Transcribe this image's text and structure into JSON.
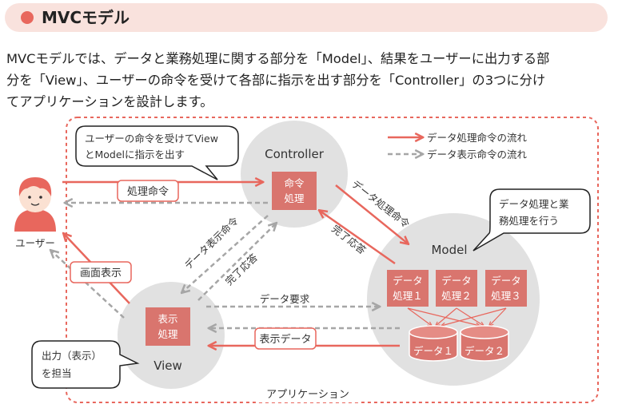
{
  "header": {
    "title": "MVCモデル"
  },
  "intro": {
    "line1": "MVCモデルでは、データと業務処理に関する部分を「Model」、結果をユーザーに出力する部",
    "line2": "分を「View」、ユーザーの命令を受けて各部に指示を出す部分を「Controller」の3つに分け",
    "line3": "てアプリケーションを設計します。"
  },
  "legend": {
    "solid_label": "データ処理命令の流れ",
    "dashed_label": "データ表示命令の流れ"
  },
  "user": {
    "label": "ユーザー"
  },
  "controller": {
    "title": "Controller",
    "box_line1": "命令",
    "box_line2": "処理"
  },
  "model": {
    "title": "Model",
    "process1_line1": "データ",
    "process1_line2": "処理１",
    "process2_line1": "データ",
    "process2_line2": "処理２",
    "process3_line1": "データ",
    "process3_line2": "処理３",
    "data1": "データ１",
    "data2": "データ２"
  },
  "view": {
    "title": "View",
    "box_line1": "表示",
    "box_line2": "処理"
  },
  "callouts": {
    "controller_line1": "ユーザーの命令を受けてView",
    "controller_line2": "とModelに指示を出す",
    "model_line1": "データ処理と業",
    "model_line2": "務処理を行う",
    "view_line1": "出力（表示）",
    "view_line2": "を担当"
  },
  "labels": {
    "process_command": "処理命令",
    "screen_display": "画面表示",
    "data_display_command": "データ表示命令",
    "done_response_cv": "完了応答",
    "data_process_command": "データ処理命令",
    "done_response_mc": "完了応答",
    "data_request": "データ要求",
    "display_data": "表示データ"
  },
  "application_label": "アプリケーション",
  "colors": {
    "accent": "#e8675d",
    "box_fill": "#d9756e",
    "circle_fill": "#e1e1e1",
    "dashed_gray": "#a6a6a6",
    "header_bg": "#f9e2dd"
  }
}
